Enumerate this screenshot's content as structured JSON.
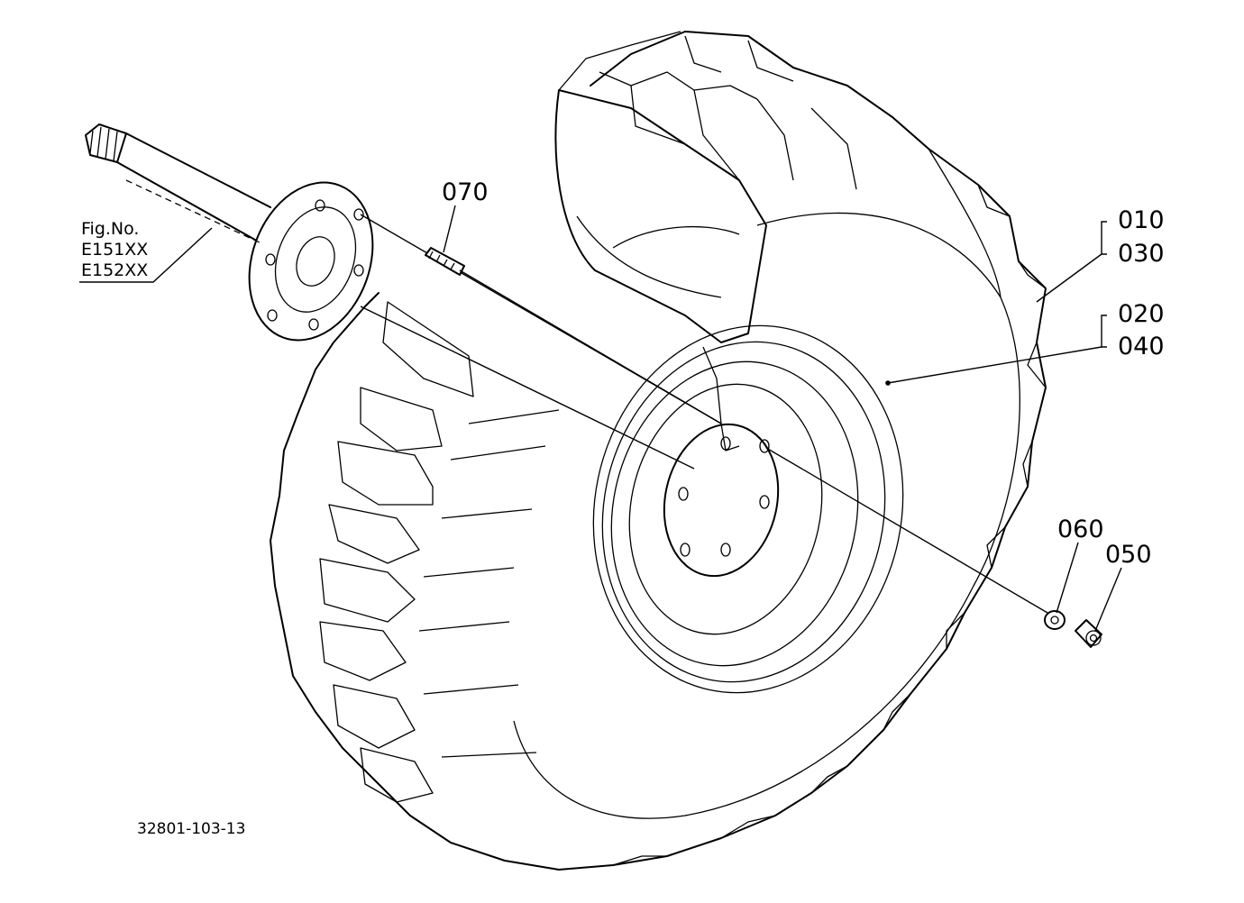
{
  "labels": {
    "p070": "070",
    "p010": "010",
    "p030": "030",
    "p020": "020",
    "p040": "040",
    "p060": "060",
    "p050": "050"
  },
  "fig_ref": {
    "line1": "Fig.No.",
    "line2": "E151XX",
    "line3": "E152XX"
  },
  "drawing_number": "32801-103-13",
  "colors": {
    "line": "#000000",
    "background": "#ffffff"
  }
}
